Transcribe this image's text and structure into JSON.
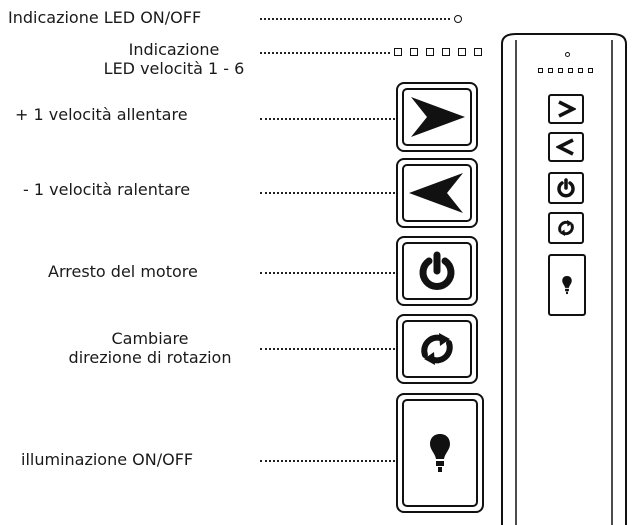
{
  "labels": {
    "led_onoff": "Indicazione LED ON/OFF",
    "led_speed_line1": "Indicazione",
    "led_speed_line2": "LED velocità 1 - 6",
    "speed_up": "+ 1 velocità  allentare",
    "speed_down": "- 1 velocità ralentare",
    "motor_stop": "Arresto del motore",
    "direction_line1": "Cambiare",
    "direction_line2": "direzione di rotazion",
    "light_onoff": "illuminazione ON/OFF"
  },
  "icons": {
    "speed_up": "chevron-right-icon",
    "speed_down": "chevron-left-icon",
    "motor_stop": "power-icon",
    "direction": "rotate-arrows-icon",
    "light": "light-bulb-icon"
  },
  "led_speed_count": 6,
  "colors": {
    "line": "#111111",
    "background": "#ffffff"
  }
}
